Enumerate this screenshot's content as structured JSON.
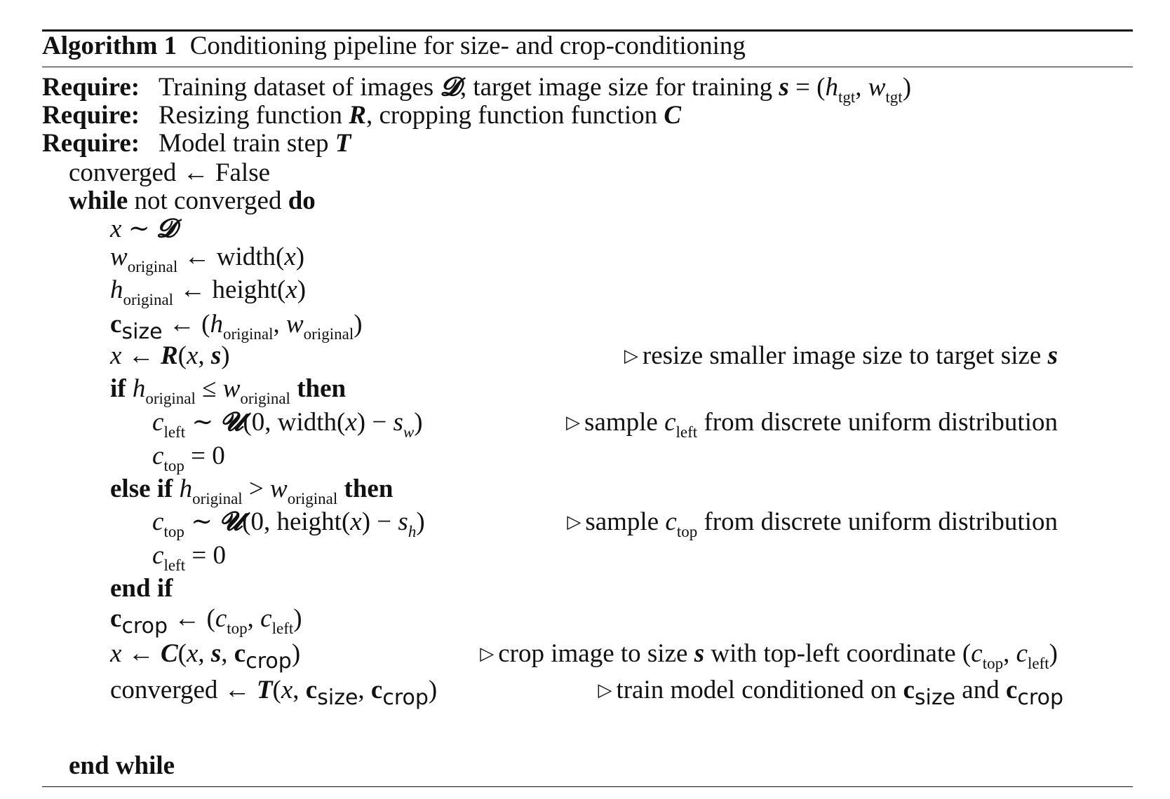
{
  "caption": {
    "label": "Algorithm 1",
    "title": "Conditioning pipeline for size- and crop-conditioning"
  },
  "require_label": "Require:",
  "requires": {
    "r1_text": "Training dataset of images",
    "r1_sym_D": "𝓓",
    "r1_text2": ", target image size for training",
    "r1_sym_s": "s",
    "r1_eq": " = (",
    "r1_h": "h",
    "r1_h_sub": "tgt",
    "r1_comma": ", ",
    "r1_w": "w",
    "r1_w_sub": "tgt",
    "r1_close": ")",
    "r2_text": "Resizing function",
    "r2_sym_R": "R",
    "r2_text2": ", cropping function function",
    "r2_sym_C": "C",
    "r3_text": "Model train step",
    "r3_sym_T": "T"
  },
  "lines": {
    "l1_a": "converged",
    "l1_arrow": " ← ",
    "l1_b": "False",
    "l2_kw1": "while",
    "l2_mid": " not converged ",
    "l2_kw2": "do",
    "l3_x": "x",
    "l3_op": " ∼ ",
    "l3_D": "𝓓",
    "l4_w": "w",
    "l4_sub": "original",
    "l4_arrow": " ← ",
    "l4_fn": "width(",
    "l4_x": "x",
    "l4_close": ")",
    "l5_h": "h",
    "l5_sub": "original",
    "l5_arrow": " ← ",
    "l5_fn": "height(",
    "l5_x": "x",
    "l5_close": ")",
    "l6_c": "c",
    "l6_sub": "size",
    "l6_arrow": " ← (",
    "l6_h": "h",
    "l6_hsub": "original",
    "l6_comma": ", ",
    "l6_w": "w",
    "l6_wsub": "original",
    "l6_close": ")",
    "l7_x": "x",
    "l7_arrow": " ← ",
    "l7_R": "R",
    "l7_open": "(",
    "l7_x2": "x",
    "l7_comma": ", ",
    "l7_s": "s",
    "l7_close": ")",
    "l7_comment": "resize smaller image size to target size",
    "l7_comment_s": "s",
    "l8_kw1": "if",
    "l8_h": "h",
    "l8_hsub": "original",
    "l8_op": " ≤ ",
    "l8_w": "w",
    "l8_wsub": "original",
    "l8_kw2": "then",
    "l9_c": "c",
    "l9_sub": "left",
    "l9_op": " ∼ ",
    "l9_U": "𝓤",
    "l9_args": "(0, width(",
    "l9_x": "x",
    "l9_minus": ") − ",
    "l9_s": "s",
    "l9_ssub": "w",
    "l9_close": ")",
    "l9_comment_a": "sample",
    "l9_comment_c": "c",
    "l9_comment_sub": "left",
    "l9_comment_b": "from discrete uniform distribution",
    "l10_c": "c",
    "l10_sub": "top",
    "l10_rest": " = 0",
    "l11_kw1": "else if",
    "l11_h": "h",
    "l11_hsub": "original",
    "l11_op": " > ",
    "l11_w": "w",
    "l11_wsub": "original",
    "l11_kw2": "then",
    "l12_c": "c",
    "l12_sub": "top",
    "l12_op": " ∼ ",
    "l12_U": "𝓤",
    "l12_args": "(0, height(",
    "l12_x": "x",
    "l12_minus": ") − ",
    "l12_s": "s",
    "l12_ssub": "h",
    "l12_close": ")",
    "l12_comment_a": "sample",
    "l12_comment_c": "c",
    "l12_comment_sub": "top",
    "l12_comment_b": "from discrete uniform distribution",
    "l13_c": "c",
    "l13_sub": "left",
    "l13_rest": " = 0",
    "l14_kw": "end if",
    "l15_c": "c",
    "l15_sub": "crop",
    "l15_arrow": " ← (",
    "l15_c1": "c",
    "l15_c1sub": "top",
    "l15_comma": ", ",
    "l15_c2": "c",
    "l15_c2sub": "left",
    "l15_close": ")",
    "l16_x": "x",
    "l16_arrow": " ← ",
    "l16_C": "C",
    "l16_open": "(",
    "l16_x2": "x",
    "l16_comma1": ", ",
    "l16_s": "s",
    "l16_comma2": ", ",
    "l16_c": "c",
    "l16_csub": "crop",
    "l16_close": ")",
    "l16_comment_a": "crop image to size",
    "l16_comment_s": "s",
    "l16_comment_b": "with top-left coordinate (",
    "l16_comment_c1": "c",
    "l16_comment_c1sub": "top",
    "l16_comment_comma": ", ",
    "l16_comment_c2": "c",
    "l16_comment_c2sub": "left",
    "l16_comment_close": ")",
    "l17_a": "converged",
    "l17_arrow": " ← ",
    "l17_T": "T",
    "l17_open": "(",
    "l17_x": "x",
    "l17_comma1": ", ",
    "l17_c1": "c",
    "l17_c1sub": "size",
    "l17_comma2": ", ",
    "l17_c2": "c",
    "l17_c2sub": "crop",
    "l17_close": ")",
    "l17_comment_a": "train model conditioned on",
    "l17_comment_c1": "c",
    "l17_comment_c1sub": "size",
    "l17_comment_and": "and",
    "l17_comment_c2": "c",
    "l17_comment_c2sub": "crop",
    "l18_kw": "end while"
  },
  "comment_marker": "▷"
}
